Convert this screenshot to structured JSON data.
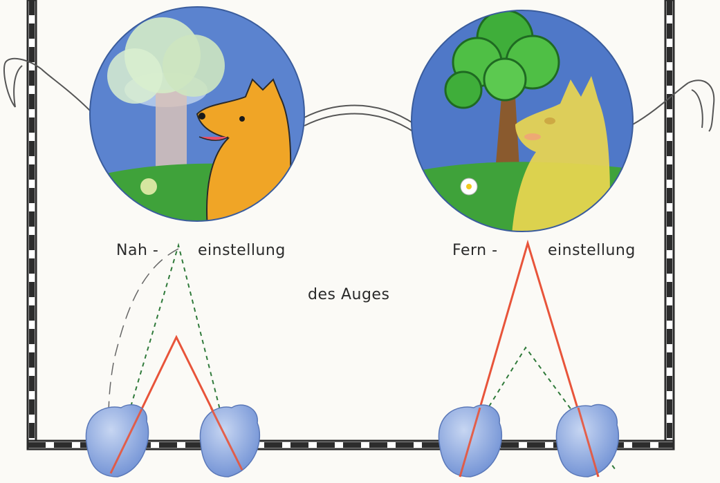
{
  "labels": {
    "near_left": "Nah -",
    "near_right": "einstellung",
    "far_left": "Fern -",
    "far_right": "einstellung",
    "center": "des Auges"
  },
  "colors": {
    "background": "#fbfaf6",
    "frame": "#2c2c2c",
    "sky_blue": "#4a72c4",
    "grass_green": "#3fa23a",
    "fox_orange": "#f0a526",
    "fox_yellow": "#e9d650",
    "tree_green": "#3fae3a",
    "trunk_brown": "#8a5a2e",
    "ray_red": "#e8543a",
    "ray_green_dashed": "#2f7a3a",
    "eyeball_blue": "#8aaae0"
  },
  "icons": {
    "near_lens": "near-focus-lens-scene",
    "far_lens": "far-focus-lens-scene",
    "eyes": "eyeball-icon"
  }
}
